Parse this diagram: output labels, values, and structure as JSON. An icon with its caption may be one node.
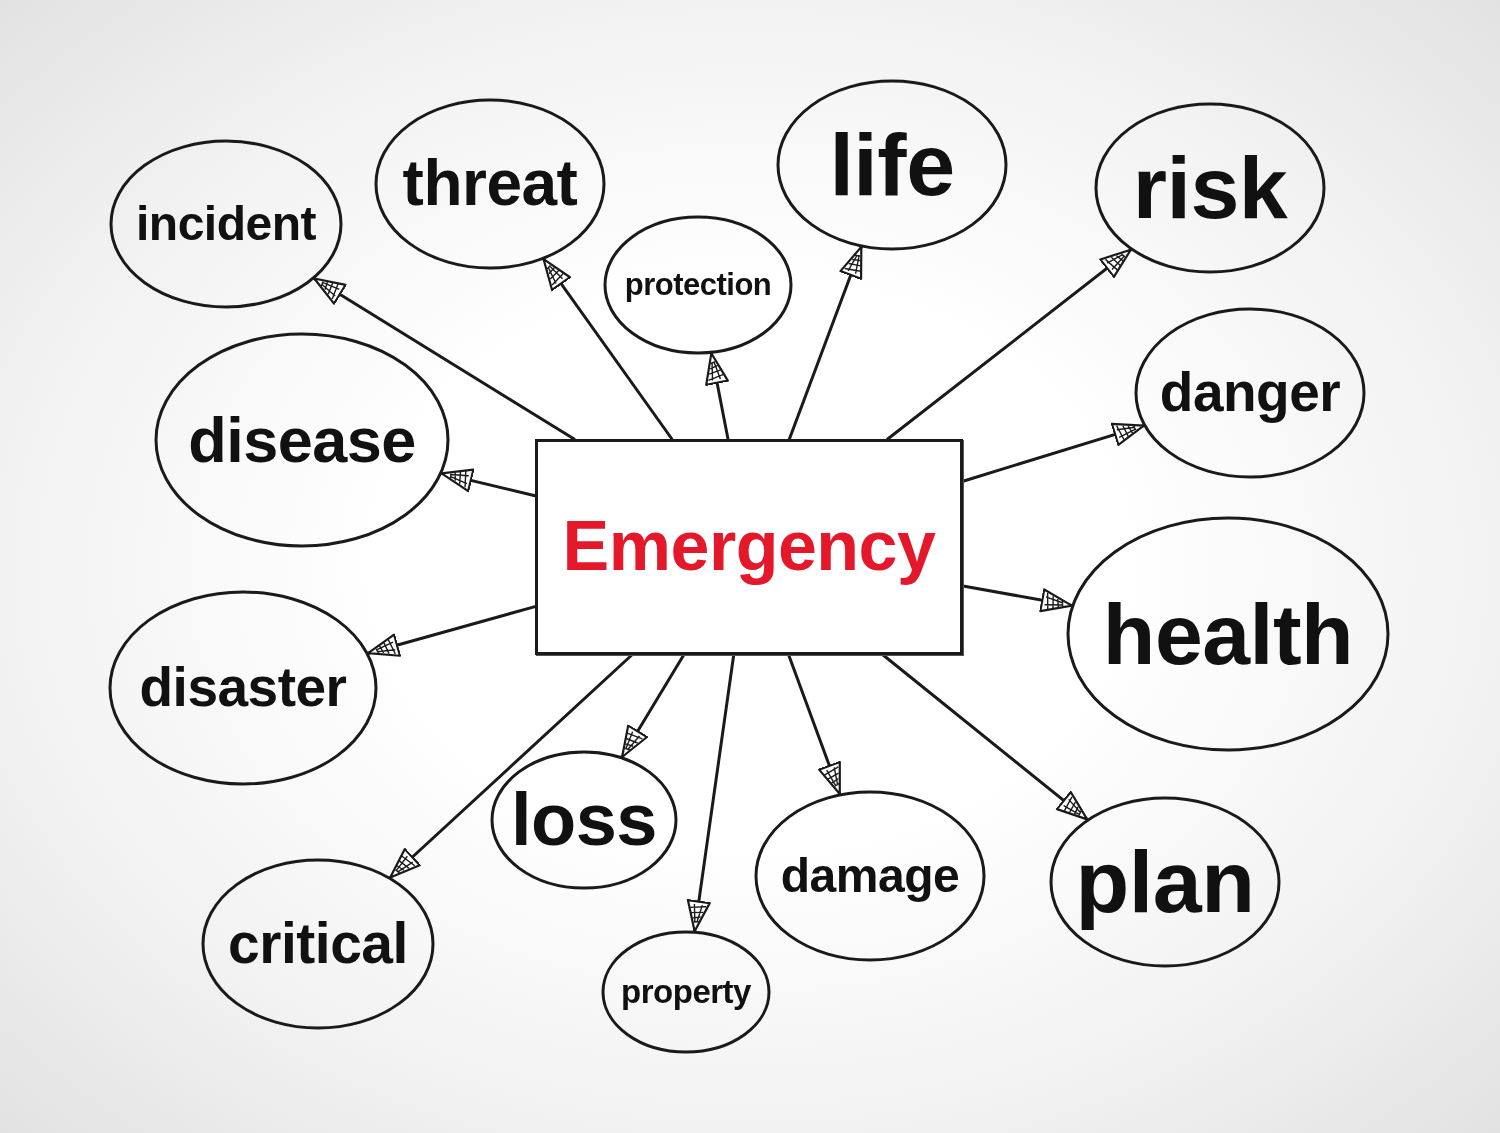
{
  "diagram": {
    "nodes": [
      {
        "text": [
          "Emergency"
        ]
      },
      {
        "text": [
          "incident"
        ]
      },
      {
        "text": [
          "threat"
        ]
      },
      {
        "text": [
          "protection"
        ]
      },
      {
        "text": [
          "life"
        ]
      },
      {
        "text": [
          "risk"
        ]
      },
      {
        "text": [
          "disease"
        ]
      },
      {
        "text": [
          "danger"
        ]
      },
      {
        "text": [
          "disaster"
        ]
      },
      {
        "text": [
          "health"
        ]
      },
      {
        "text": [
          "loss"
        ]
      },
      {
        "text": [
          "damage"
        ]
      },
      {
        "text": [
          "plan"
        ]
      },
      {
        "text": [
          "critical"
        ]
      },
      {
        "text": [
          "property"
        ]
      }
    ],
    "edges": [
      {
        "from": 0,
        "to": 1,
        "arrow": "to"
      },
      {
        "from": 0,
        "to": 2,
        "arrow": "to"
      },
      {
        "from": 0,
        "to": 3,
        "arrow": "to"
      },
      {
        "from": 0,
        "to": 4,
        "arrow": "to"
      },
      {
        "from": 0,
        "to": 5,
        "arrow": "to"
      },
      {
        "from": 0,
        "to": 6,
        "arrow": "to"
      },
      {
        "from": 0,
        "to": 7,
        "arrow": "to"
      },
      {
        "from": 0,
        "to": 8,
        "arrow": "to"
      },
      {
        "from": 0,
        "to": 9,
        "arrow": "to"
      },
      {
        "from": 0,
        "to": 10,
        "arrow": "to"
      },
      {
        "from": 0,
        "to": 11,
        "arrow": "to"
      },
      {
        "from": 0,
        "to": 12,
        "arrow": "to"
      },
      {
        "from": 0,
        "to": 13,
        "arrow": "to"
      },
      {
        "from": 0,
        "to": 14,
        "arrow": "to"
      }
    ]
  }
}
